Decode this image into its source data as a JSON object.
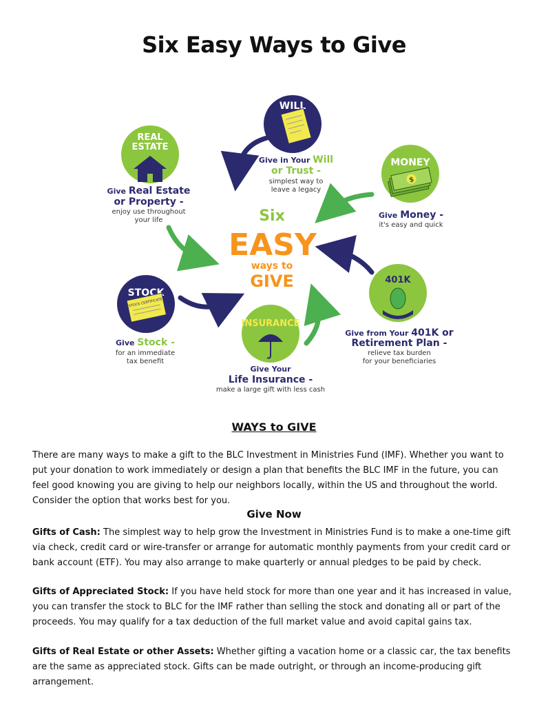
{
  "page": {
    "title": "Six Easy Ways to Give"
  },
  "infographic": {
    "center": {
      "six": "Six",
      "easy": "EASY",
      "ways_to": "ways to",
      "give": "GIVE"
    },
    "will": {
      "badge": "WILL",
      "line1_prefix": "Give in Your ",
      "line1_emph": "Will",
      "line2": "or Trust -",
      "sub1": "simplest way to",
      "sub2": "leave a legacy"
    },
    "money": {
      "badge": "MONEY",
      "prefix": "Give ",
      "emph": "Money -",
      "sub": "it's easy and quick"
    },
    "k401": {
      "badge": "401K",
      "line1_prefix": "Give from Your ",
      "line1_emph": "401K or",
      "line2": "Retirement Plan -",
      "sub1": "relieve tax burden",
      "sub2": "for your beneficiaries"
    },
    "insurance": {
      "badge": "INSURANCE",
      "line1": "Give Your",
      "line2": "Life Insurance -",
      "sub": "make a large gift with less cash"
    },
    "stock": {
      "badge": "STOCK",
      "cert": "STOCK CERTIFICATE",
      "prefix": "Give ",
      "emph": "Stock -",
      "sub1": "for an immediate",
      "sub2": "tax benefit"
    },
    "realestate": {
      "badge1": "REAL",
      "badge2": "ESTATE",
      "line1_prefix": "Give ",
      "line1_emph": "Real Estate",
      "line2": "or Property -",
      "sub1": "enjoy use throughout",
      "sub2": "your life"
    },
    "colors": {
      "navy": "#2b2a6e",
      "green": "#8cc63f",
      "orange": "#f7941d",
      "yellow": "#f2e94e",
      "arrow_green": "#4caf50"
    }
  },
  "ways": {
    "heading": "WAYS to GIVE",
    "intro": "There are many ways to make a gift to the BLC Investment in Ministries Fund (IMF). Whether you want to put your donation to work immediately or design a plan that benefits the BLC IMF in the future, you can feel good knowing you are giving to help our neighbors locally, within the US and throughout the world. Consider the option that works best for you."
  },
  "give_now": {
    "heading": "Give Now",
    "cash_label": "Gifts of Cash:",
    "cash_text": " The simplest way to help grow the Investment in Ministries Fund is to make a one-time gift via check, credit card or wire-transfer or arrange for automatic monthly payments from your credit card or bank account (ETF).  You may also arrange to make quarterly or annual pledges to be paid by check.",
    "stock_label": "Gifts of Appreciated Stock:",
    "stock_text": " If you have held stock for more than one year and it has increased in value, you can transfer the stock to BLC for the IMF rather than selling the stock and donating all or part of the proceeds. You may qualify for a tax deduction of the full market value and avoid capital gains tax.",
    "realestate_label": "Gifts of Real Estate or other Assets:",
    "realestate_text": " Whether gifting a vacation home or a classic car, the tax benefits are the same as appreciated stock. Gifts can be made outright, or through an income-producing gift arrangement."
  }
}
